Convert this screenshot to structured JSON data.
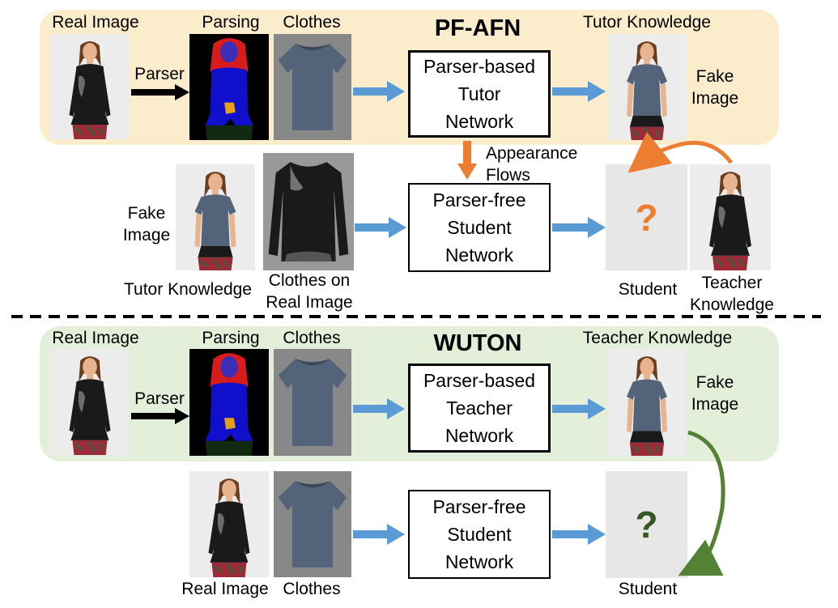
{
  "colors": {
    "pfafn_panel": "#fbeccb",
    "wuton_panel": "#e3efd9",
    "blue_arrow": "#5b9bd5",
    "orange": "#ed7d31",
    "green": "#548235",
    "dark_green_q": "#375623",
    "shirt_blue": "#52637a",
    "shirt_black": "#1a1a1a",
    "parse_red": "#d81b1b",
    "parse_blue": "#1010cc",
    "parse_orange": "#e6a015",
    "photo_bg": "#ececec"
  },
  "pfafn": {
    "title": "PF-AFN",
    "real_image_label": "Real Image",
    "parser_label": "Parser",
    "parsing_label": "Parsing",
    "clothes_label": "Clothes",
    "tutor_network": "Parser-based\nTutor\nNetwork",
    "tutor_knowledge_label": "Tutor Knowledge",
    "fake_image_label": "Fake\nImage",
    "appearance_flows_label": "Appearance\nFlows",
    "fake_image_label_2": "Fake\nImage",
    "student_network": "Parser-free\nStudent\nNetwork",
    "tutor_knowledge_label_2": "Tutor Knowledge",
    "clothes_on_real_label": "Clothes on\nReal Image",
    "question_mark": "?",
    "student_label": "Student",
    "teacher_knowledge_label": "Teacher\nKnowledge"
  },
  "wuton": {
    "title": "WUTON",
    "real_image_label": "Real Image",
    "parser_label": "Parser",
    "parsing_label": "Parsing",
    "clothes_label": "Clothes",
    "teacher_network": "Parser-based\nTeacher\nNetwork",
    "teacher_knowledge_label": "Teacher Knowledge",
    "fake_image_label": "Fake\nImage",
    "student_network": "Parser-free\nStudent\nNetwork",
    "question_mark": "?",
    "real_image_label_2": "Real Image",
    "clothes_label_2": "Clothes",
    "student_label": "Student"
  }
}
